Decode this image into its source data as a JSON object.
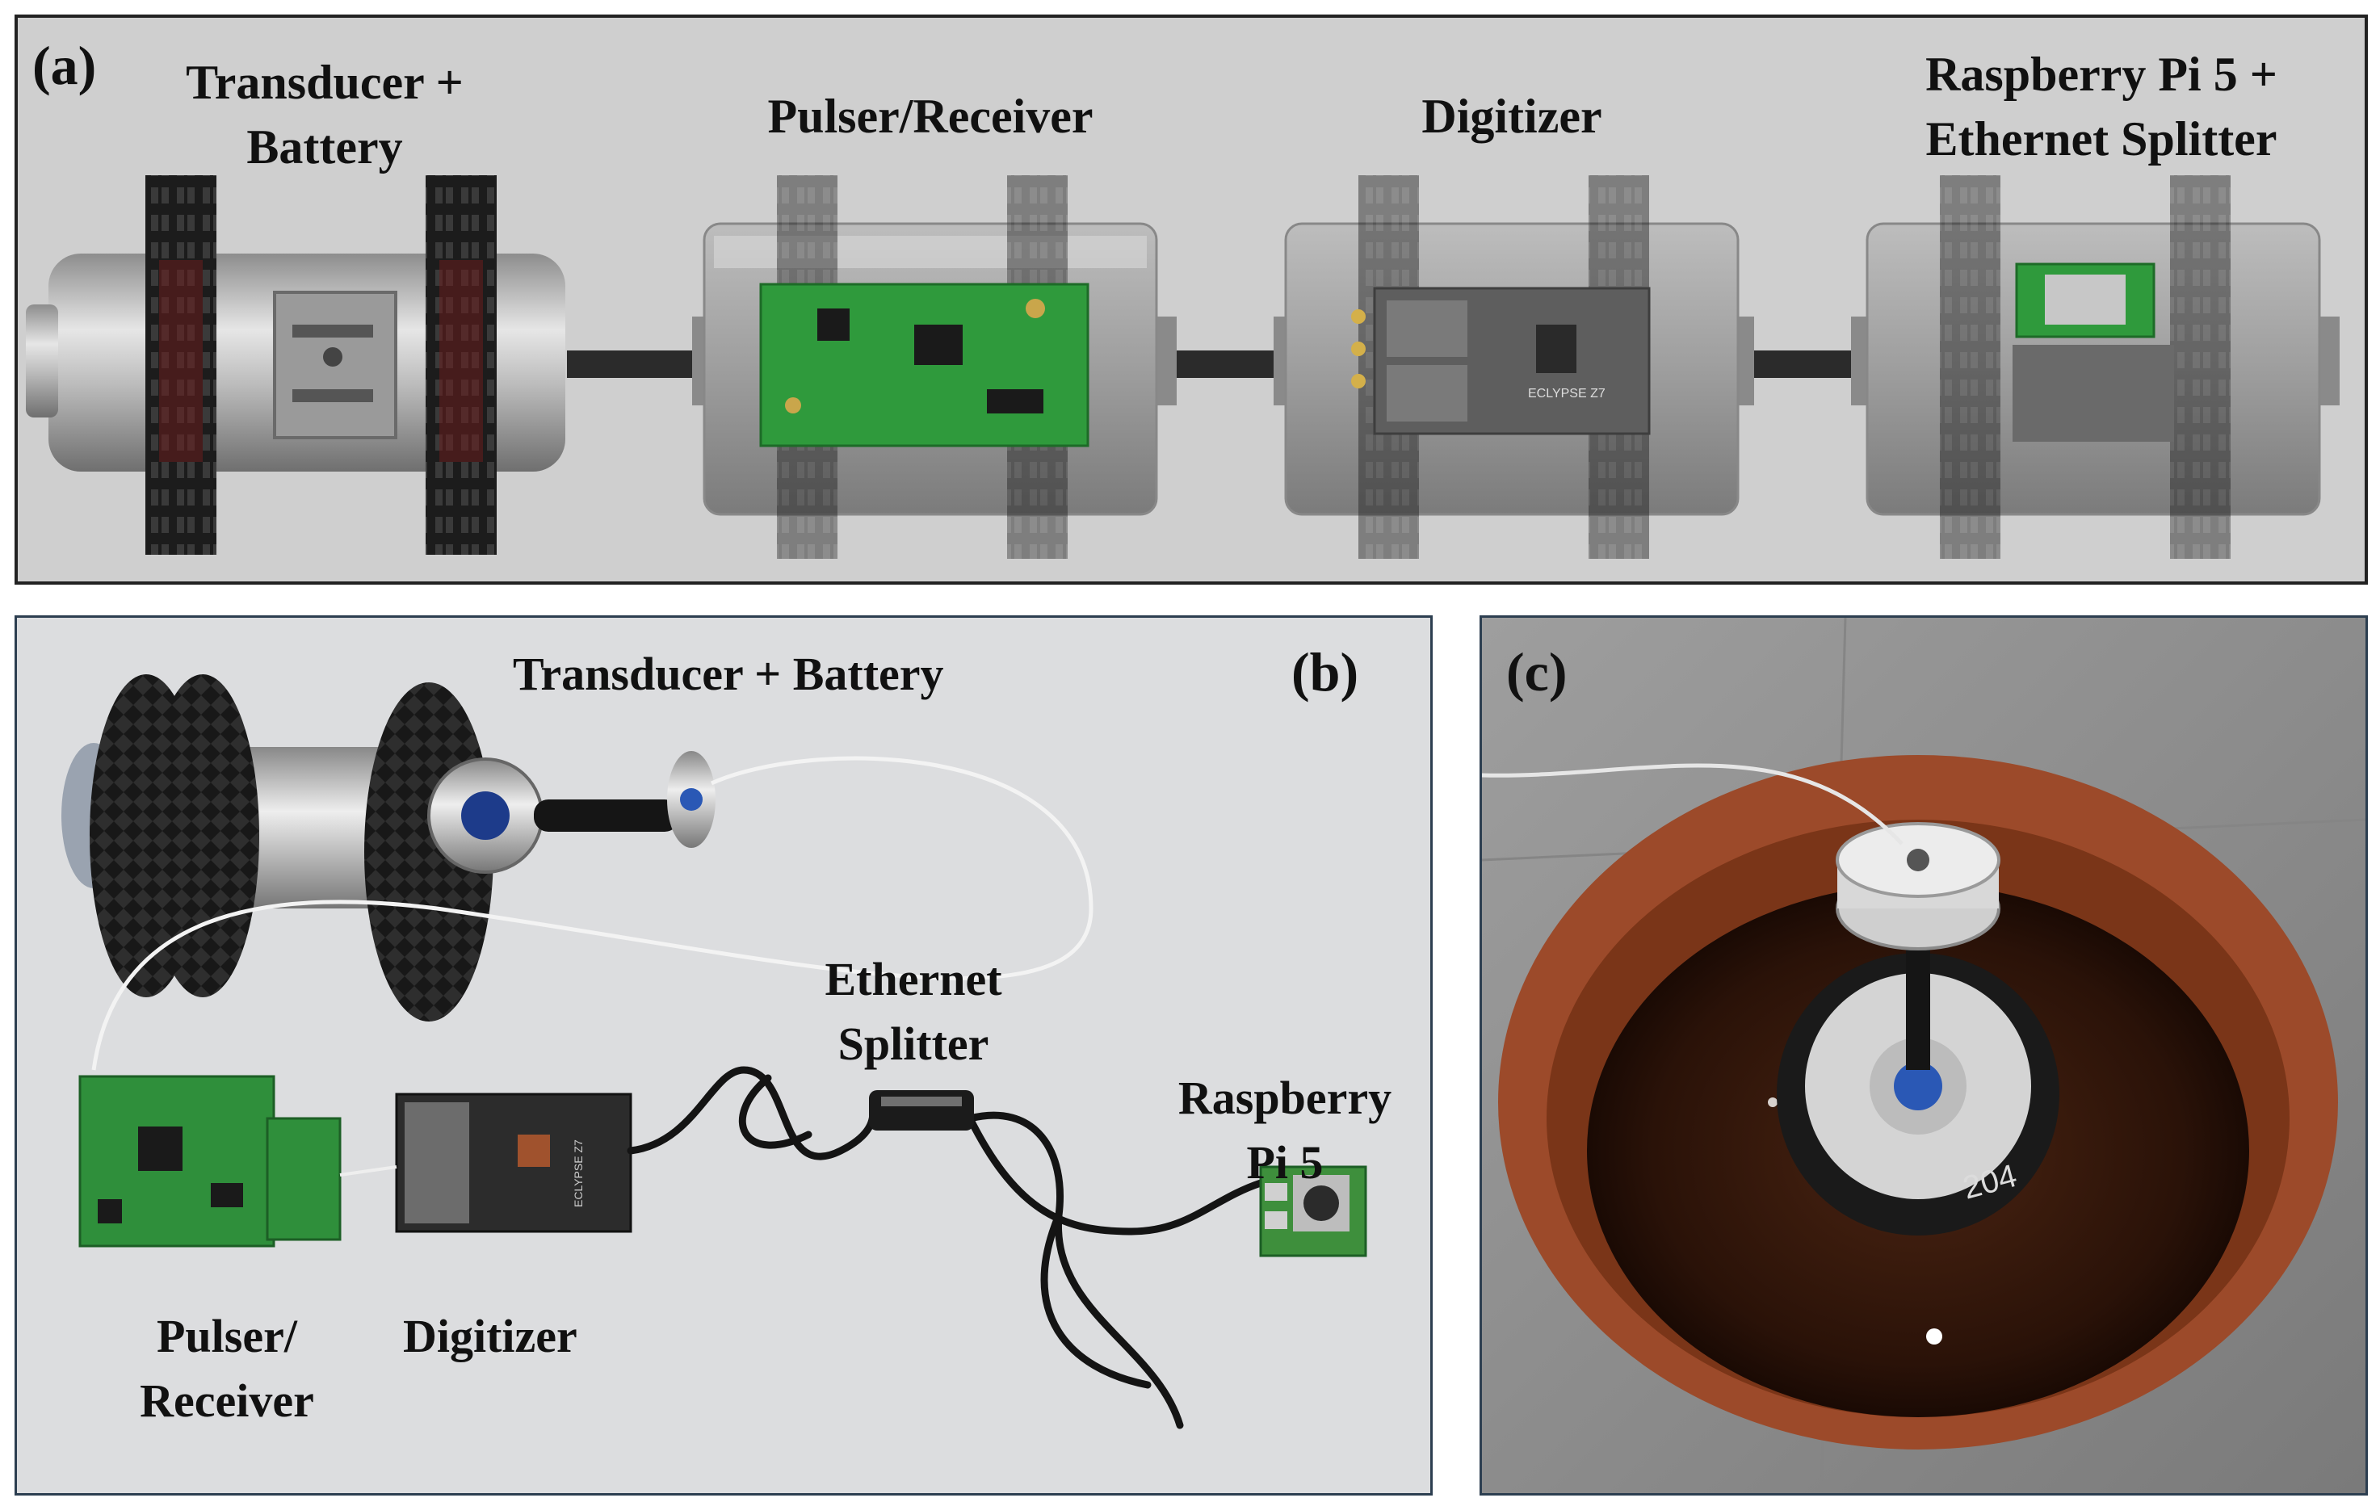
{
  "panels": {
    "a": {
      "tag": "(a)",
      "labels": {
        "transducer_line1": "Transducer +",
        "transducer_line2": "Battery",
        "pulser": "Pulser/Receiver",
        "digitizer": "Digitizer",
        "pi_line1": "Raspberry Pi 5 +",
        "pi_line2": "Ethernet Splitter"
      },
      "board_text": "ECLYPSE Z7"
    },
    "b": {
      "tag": "(b)",
      "labels": {
        "transducer": "Transducer + Battery",
        "ethernet_line1": "Ethernet",
        "ethernet_line2": "Splitter",
        "pi_line1": "Raspberry",
        "pi_line2": "Pi 5",
        "pulser_line1": "Pulser/",
        "pulser_line2": "Receiver",
        "digitizer": "Digitizer"
      },
      "board_text": "ECLYPSE Z7"
    },
    "c": {
      "tag": "(c)",
      "tank_marking": "204"
    }
  },
  "colors": {
    "panel_a_bg": "#cfcfcf",
    "panel_b_bg": "#dcdddf",
    "panel_c_floor": "#8f8f8f",
    "tank_rust": "#9c4a2a",
    "water": "#2a1208",
    "pcb_green": "#2f9a3c",
    "aluminum": "#c9c9c9"
  }
}
